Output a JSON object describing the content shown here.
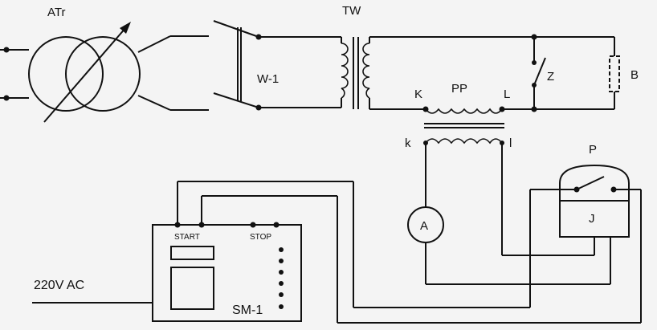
{
  "diagram": {
    "labels": {
      "autotransformer": "ATr",
      "test_transformer": "TW",
      "switch": "W-1",
      "current_transformer": "PP",
      "primary_K": "K",
      "primary_L": "L",
      "secondary_k": "k",
      "secondary_l": "l",
      "breaker_Z": "Z",
      "load_B": "B",
      "ammeter": "A",
      "relay_P": "P",
      "relay_coil": "J",
      "start": "START",
      "stop": "STOP",
      "timer": "SM-1",
      "supply": "220V AC"
    }
  }
}
